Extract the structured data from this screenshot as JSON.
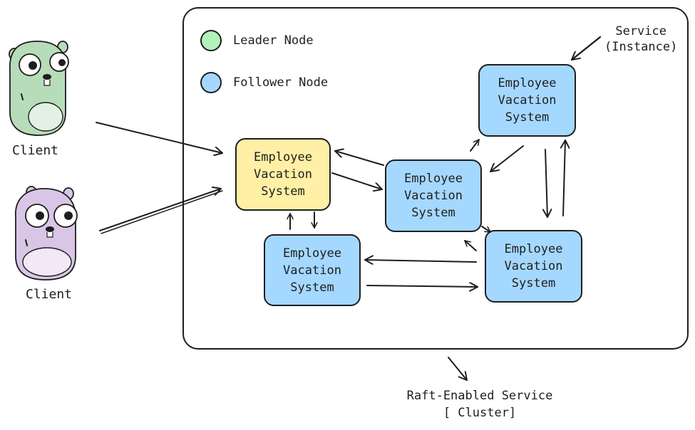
{
  "colors": {
    "leader": "#fff0a5",
    "follower": "#a5d8ff",
    "leader_legend": "#b2f2bb",
    "stroke": "#1e1e1e",
    "gopher_green": "#b7dcb9",
    "gopher_purple": "#d9c6e6"
  },
  "legend": {
    "leader": "Leader Node",
    "follower": "Follower Node"
  },
  "node_label": {
    "line1": "Employee",
    "line2": "Vacation",
    "line3": "System"
  },
  "clients": {
    "top": "Client",
    "bottom": "Client"
  },
  "service_instance": {
    "line1": "Service",
    "line2": "(Instance)"
  },
  "cluster_label": {
    "line1": "Raft-Enabled Service",
    "line2": "[ Cluster]"
  },
  "icons": {
    "client_top": "gopher-icon",
    "client_bottom": "gopher-icon"
  }
}
